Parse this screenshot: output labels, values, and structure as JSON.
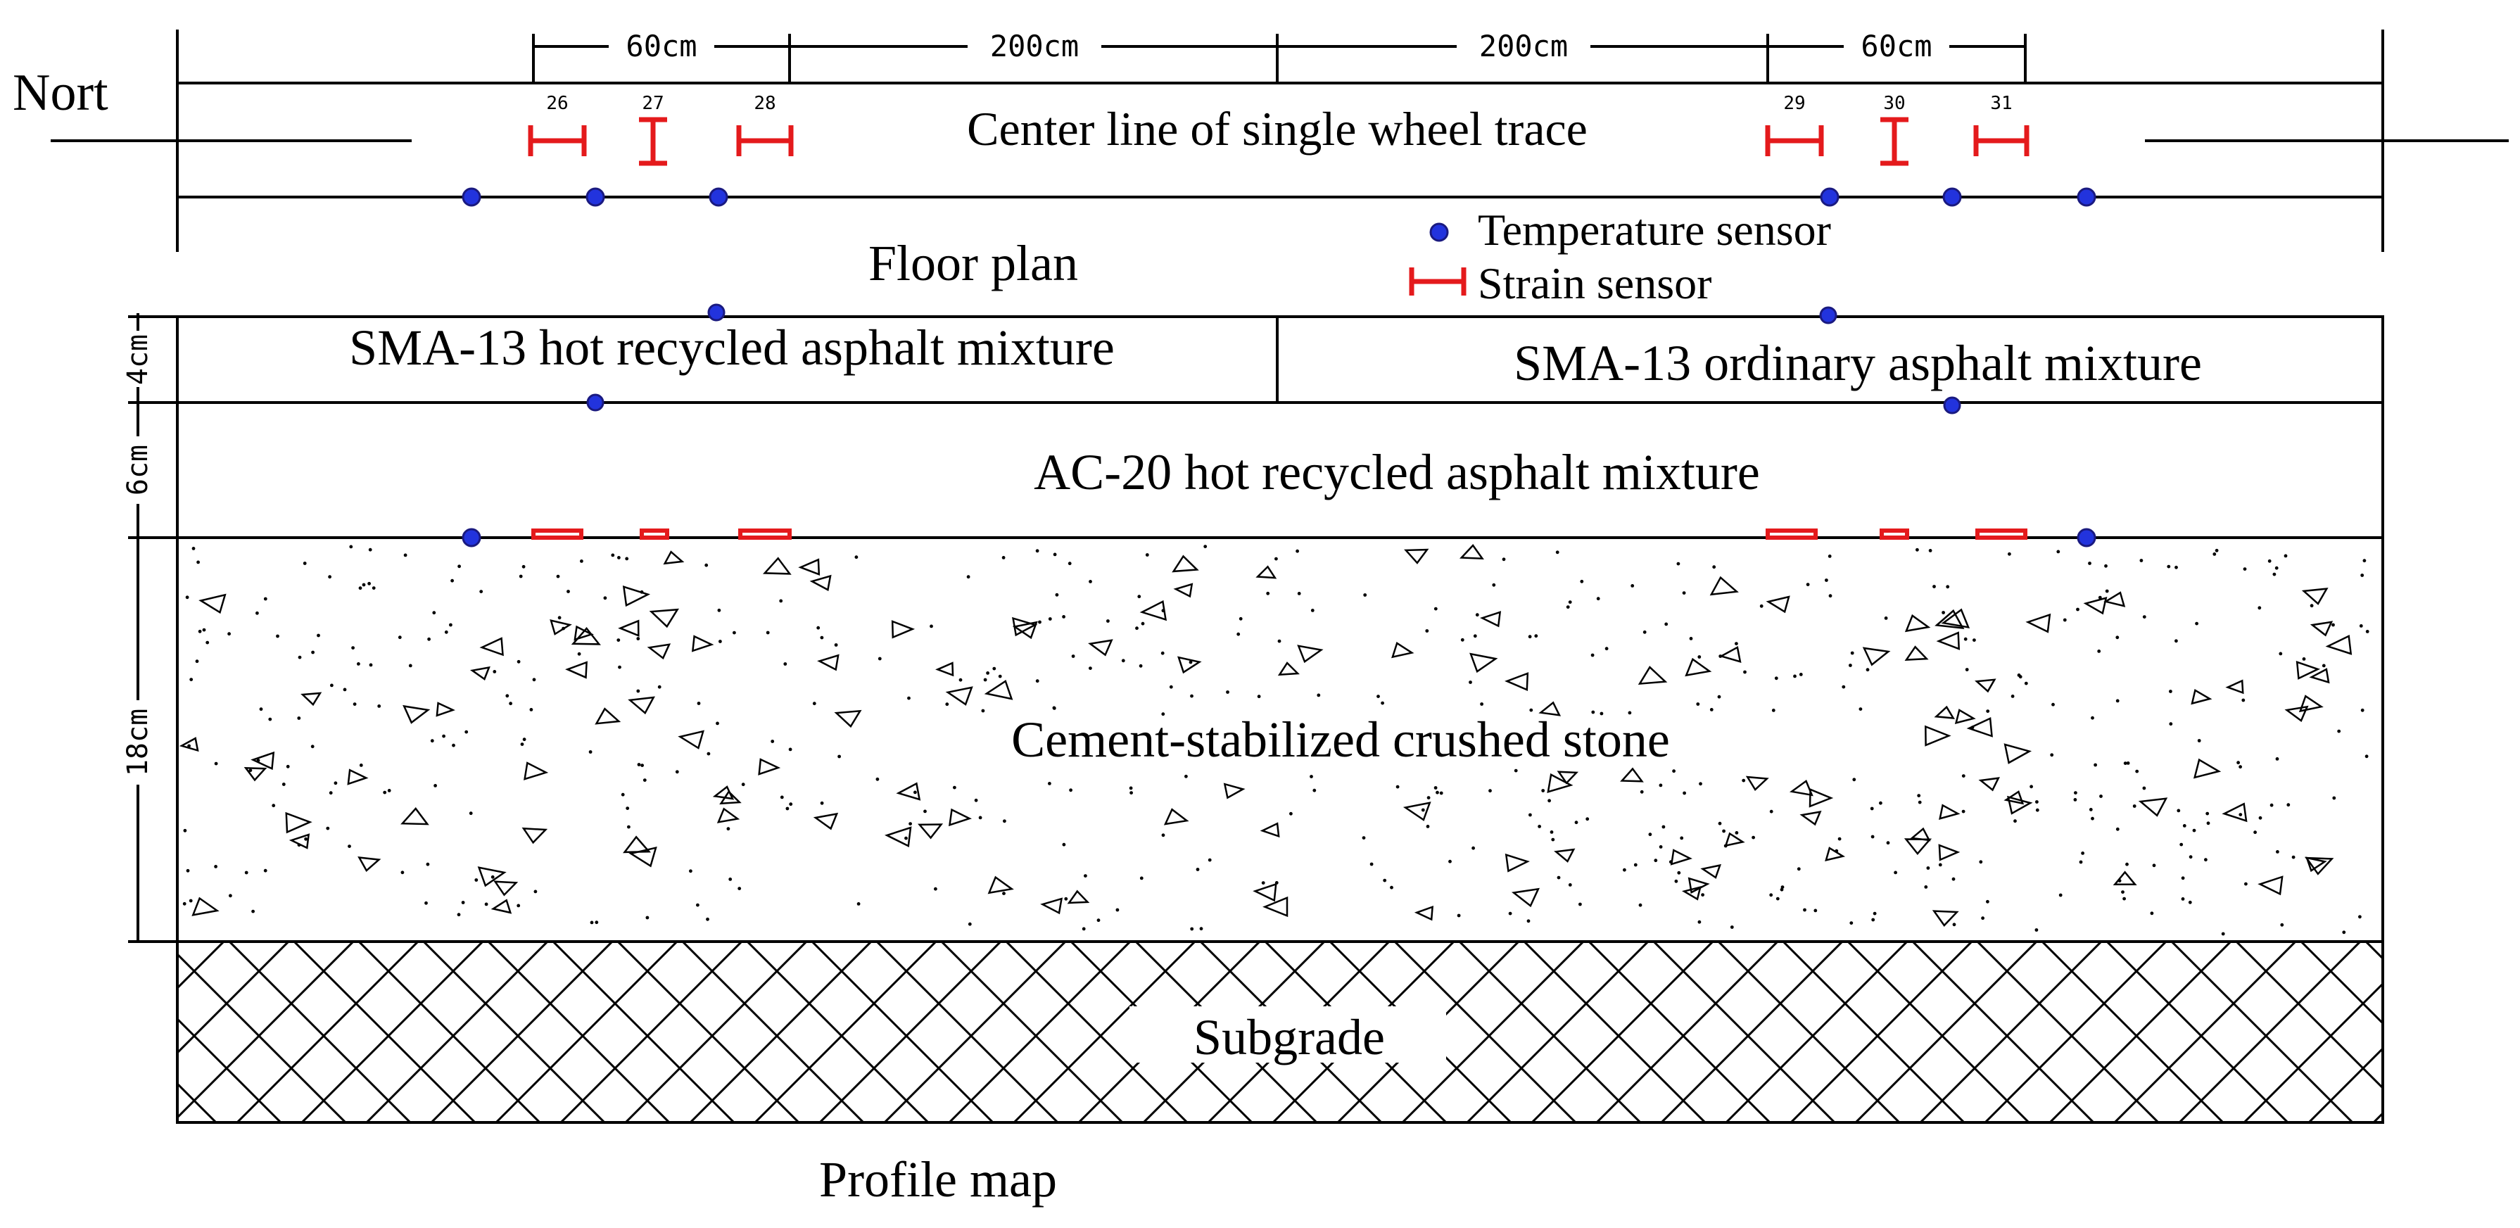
{
  "labels": {
    "north": "Nort",
    "center_line": "Center line of single wheel trace",
    "floor_plan": "Floor plan",
    "profile_map": "Profile map"
  },
  "dimensions": {
    "top": [
      "60cm",
      "200cm",
      "200cm",
      "60cm"
    ],
    "left": [
      "4cm",
      "6cm",
      "18cm"
    ]
  },
  "strain_sensor_ids": [
    "26",
    "27",
    "28",
    "29",
    "30",
    "31"
  ],
  "legend": {
    "temperature": "Temperature sensor",
    "strain": "Strain sensor"
  },
  "layers": {
    "sma_recycled": "SMA-13 hot recycled asphalt mixture",
    "sma_ordinary": "SMA-13 ordinary asphalt mixture",
    "ac20": "AC-20 hot recycled asphalt mixture",
    "cement": "Cement-stabilized crushed stone",
    "subgrade": "Subgrade"
  },
  "colors": {
    "strain_sensor": "#e41a1c",
    "temperature_sensor": "#2233dd"
  }
}
